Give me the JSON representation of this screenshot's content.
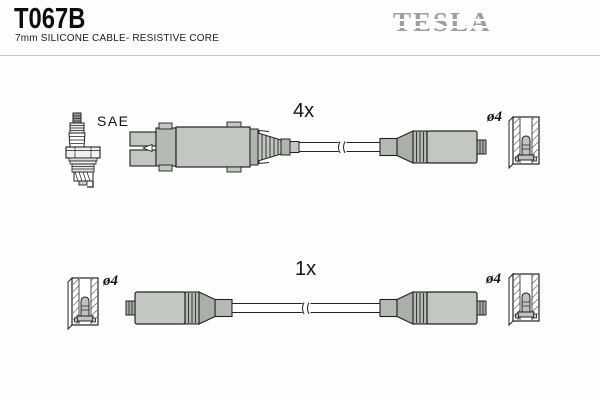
{
  "header": {
    "part_number": "T067B",
    "subtitle": "7mm SILICONE CABLE- RESISTIVE CORE",
    "brand_logo": "TESLA"
  },
  "diagram": {
    "spark_plug_label": "SAE",
    "rows": [
      {
        "quantity_label": "4x",
        "right_diameter_label": "ø4"
      },
      {
        "quantity_label": "1x",
        "left_diameter_label": "ø4",
        "right_diameter_label": "ø4"
      }
    ]
  },
  "colors": {
    "background": "#fdfdfd",
    "outline": "#222222",
    "connector_fill": "#c3c7c2",
    "connector_shade": "#abafaa",
    "brand_gray": "#9f9f9f",
    "divider": "#c6c6c6",
    "text": "#111111"
  }
}
